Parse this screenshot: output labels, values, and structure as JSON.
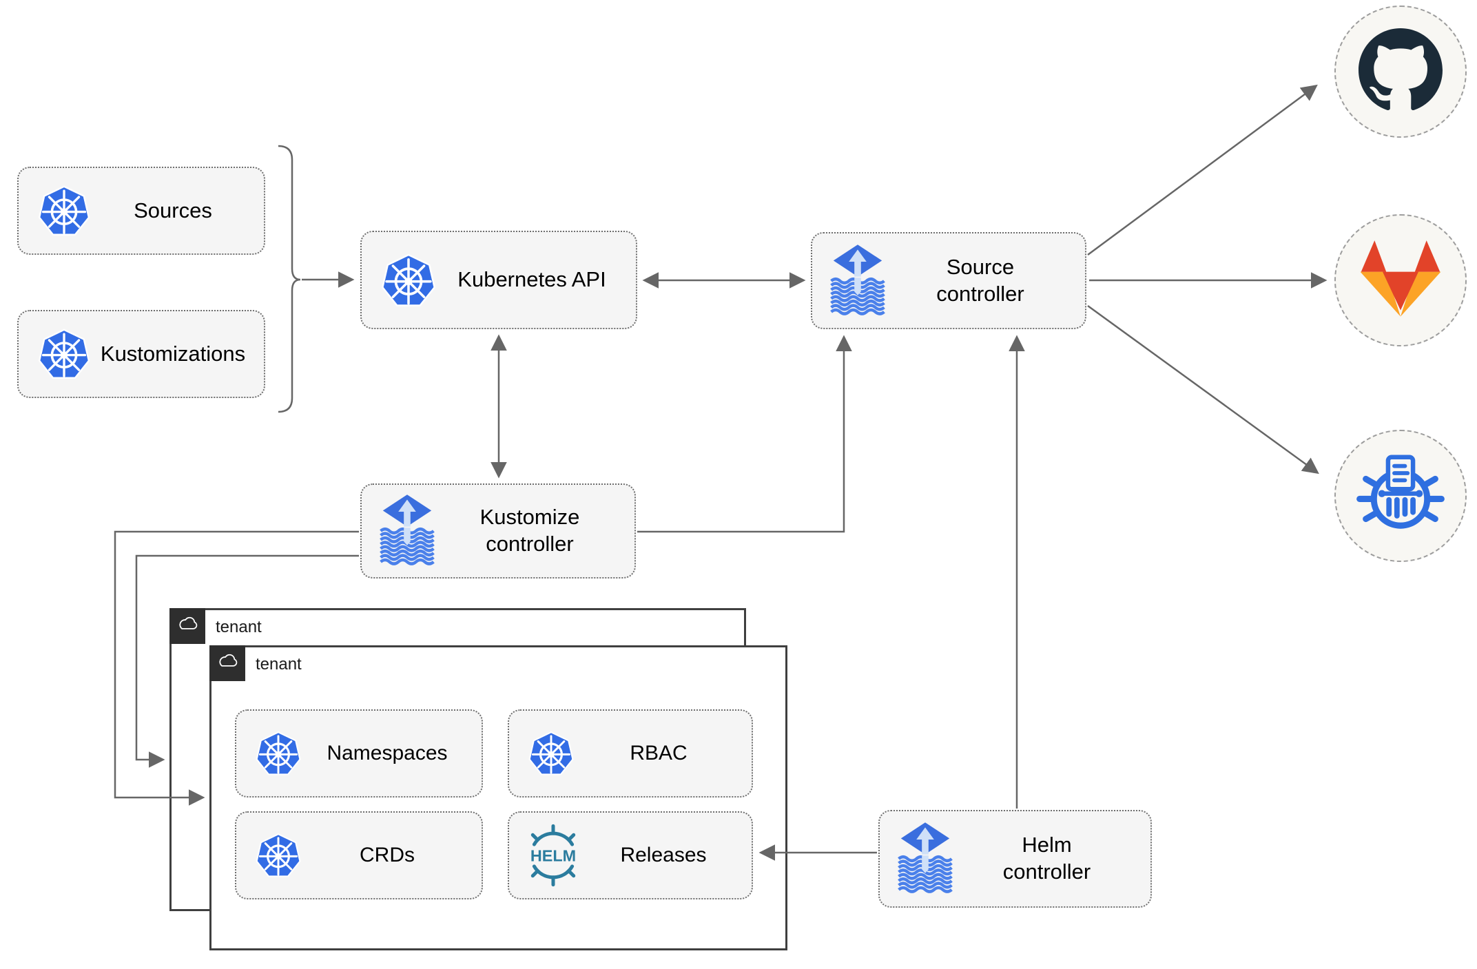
{
  "nodes": {
    "sources": {
      "label": "Sources",
      "icon": "kubernetes-icon"
    },
    "kustomizations": {
      "label": "Kustomizations",
      "icon": "kubernetes-icon"
    },
    "kubernetes_api": {
      "label": "Kubernetes API",
      "icon": "kubernetes-icon"
    },
    "source_controller": {
      "label": "Source controller",
      "icon": "flux-icon"
    },
    "kustomize_controller": {
      "label": "Kustomize controller",
      "icon": "flux-icon"
    },
    "helm_controller": {
      "label": "Helm controller",
      "icon": "flux-icon"
    }
  },
  "tenants": {
    "back": {
      "label": "tenant",
      "icon": "cloud-icon"
    },
    "front": {
      "label": "tenant",
      "icon": "cloud-icon",
      "resources": [
        {
          "label": "Namespaces",
          "icon": "kubernetes-icon"
        },
        {
          "label": "RBAC",
          "icon": "kubernetes-icon"
        },
        {
          "label": "CRDs",
          "icon": "kubernetes-icon"
        },
        {
          "label": "Releases",
          "icon": "helm-icon",
          "logo_text": "HELM"
        }
      ]
    }
  },
  "external_systems": [
    {
      "name": "GitHub",
      "icon": "github-icon"
    },
    {
      "name": "GitLab",
      "icon": "gitlab-icon"
    },
    {
      "name": "ChartMuseum",
      "icon": "chartmuseum-icon"
    }
  ],
  "edges": [
    {
      "from": "sources+kustomizations",
      "to": "kubernetes-api",
      "type": "arrow-via-brace"
    },
    {
      "from": "kubernetes-api",
      "to": "source-controller",
      "type": "bidirectional"
    },
    {
      "from": "kubernetes-api",
      "to": "kustomize-controller",
      "type": "bidirectional"
    },
    {
      "from": "kustomize-controller",
      "to": "source-controller",
      "type": "arrow"
    },
    {
      "from": "helm-controller",
      "to": "source-controller",
      "type": "arrow"
    },
    {
      "from": "helm-controller",
      "to": "releases",
      "type": "arrow"
    },
    {
      "from": "kustomize-controller",
      "to": "tenant-front",
      "type": "arrow"
    },
    {
      "from": "kustomize-controller",
      "to": "tenant-back",
      "type": "arrow"
    },
    {
      "from": "source-controller",
      "to": "github",
      "type": "arrow"
    },
    {
      "from": "source-controller",
      "to": "gitlab",
      "type": "arrow"
    },
    {
      "from": "source-controller",
      "to": "chartmuseum",
      "type": "arrow"
    }
  ],
  "colors": {
    "kubernetes_blue": "#326ce5",
    "flux_blue": "#3a6ede",
    "flux_wave_blue": "#4a80ea",
    "flux_arrow_light": "#cfe0f8",
    "helm_teal": "#2b7c9e",
    "github_dark": "#1b2b38",
    "gitlab_dark_orange": "#e24329",
    "gitlab_light_orange": "#fca326",
    "chartmuseum_blue": "#2f6fe0",
    "connector_gray": "#666666",
    "card_background": "#f5f5f5",
    "tenant_tab_dark": "#2e2e2e"
  }
}
